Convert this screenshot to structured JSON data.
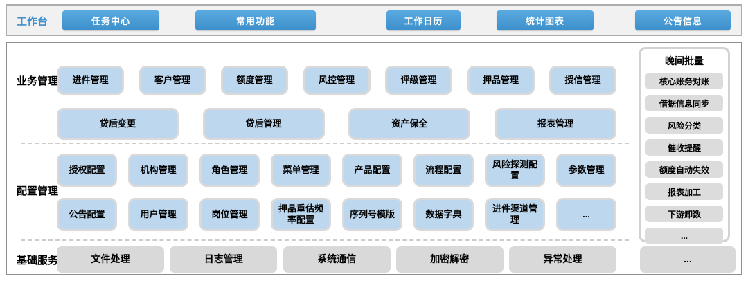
{
  "topbar": {
    "label": "工作台",
    "buttons": [
      "任务中心",
      "常用功能",
      "工作日历",
      "统计图表",
      "公告信息"
    ]
  },
  "sections": {
    "business": {
      "label": "业务管理",
      "row1": [
        "进件管理",
        "客户管理",
        "额度管理",
        "风控管理",
        "评级管理",
        "押品管理",
        "授信管理"
      ],
      "row2": [
        "贷后变更",
        "贷后管理",
        "资产保全",
        "报表管理"
      ]
    },
    "config": {
      "label": "配置管理",
      "row1": [
        "授权配置",
        "机构管理",
        "角色管理",
        "菜单管理",
        "产品配置",
        "流程配置",
        "风险探测配置",
        "参数管理"
      ],
      "row2": [
        "公告配置",
        "用户管理",
        "岗位管理",
        "押品重估频率配置",
        "序列号模版",
        "数据字典",
        "进件渠道管理",
        "..."
      ]
    },
    "base": {
      "label": "基础服务",
      "items": [
        "文件处理",
        "日志管理",
        "系统通信",
        "加密解密",
        "异常处理"
      ],
      "more": "..."
    }
  },
  "night_batch": {
    "title": "晚间批量",
    "items": [
      "核心账务对账",
      "借据信息同步",
      "风险分类",
      "催收提醒",
      "额度自动失效",
      "报表加工",
      "下游卸数",
      "..."
    ]
  },
  "colors": {
    "accent_blue": "#4399d4",
    "tile_blue": "#bdd7ee",
    "tile_border": "#d9d9d9",
    "tile_gray": "#d9d9d9",
    "bar_bg": "#f1f1f1"
  }
}
